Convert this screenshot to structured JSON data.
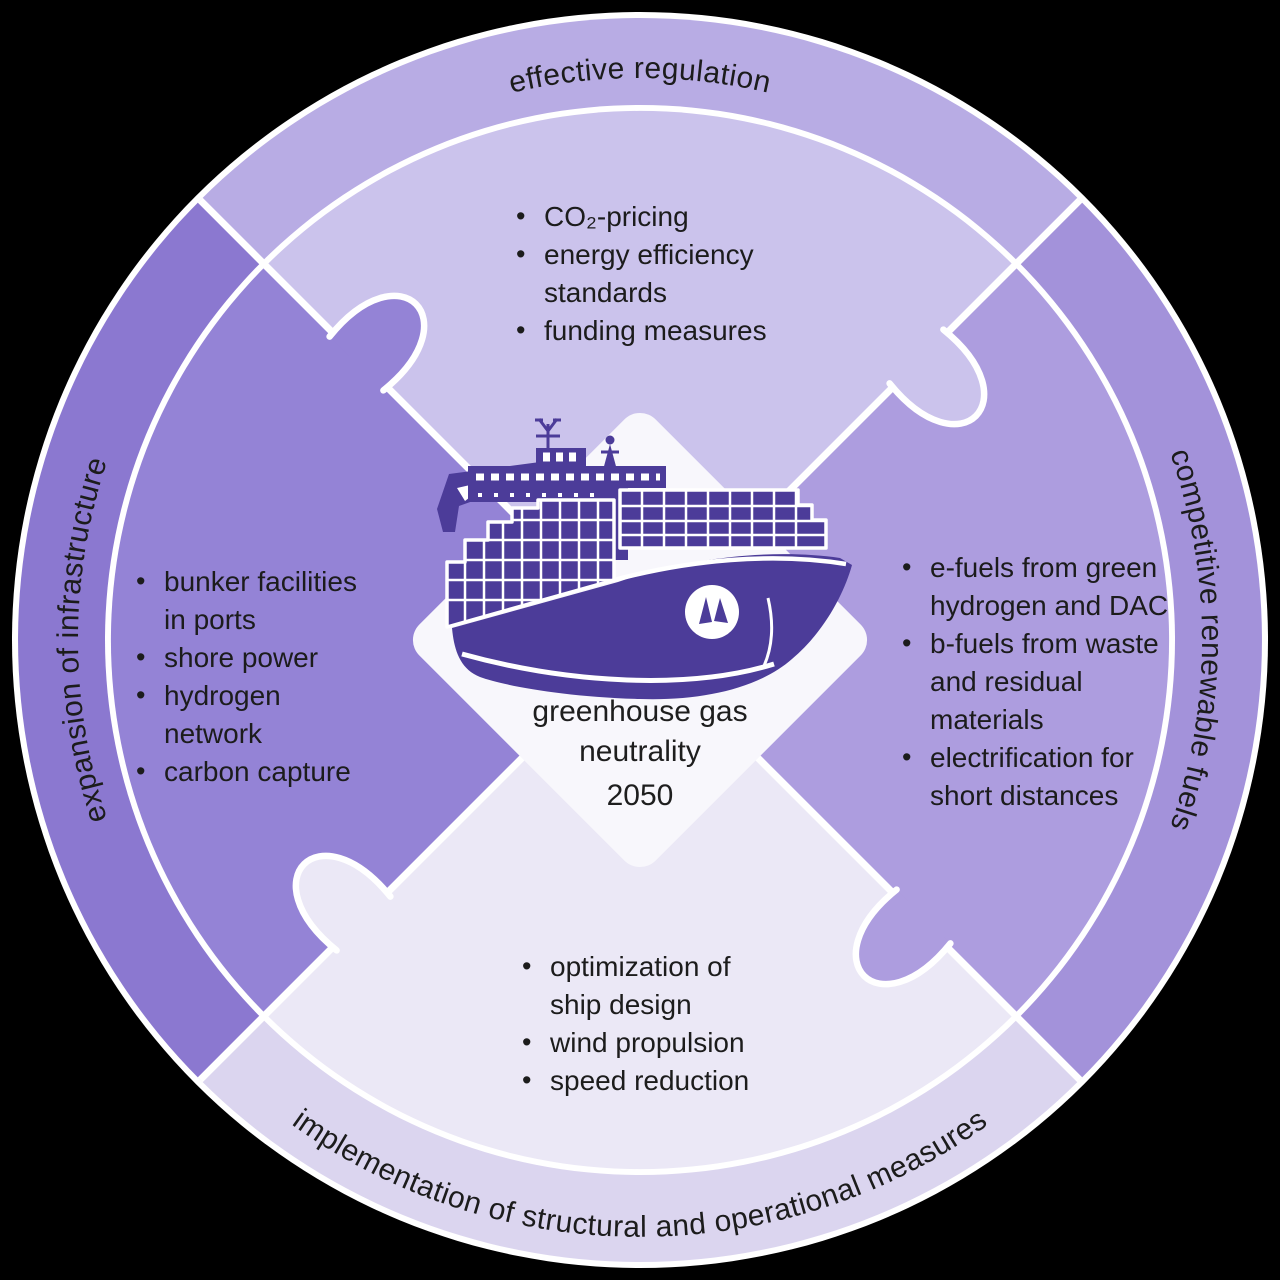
{
  "diagram": {
    "center": {
      "line1": "greenhouse gas",
      "line2": "neutrality",
      "line3": "2050",
      "illustration": "container-ship"
    },
    "segments": {
      "top": {
        "label": "effective regulation",
        "items": [
          "CO₂-pricing",
          "energy efficiency standards",
          "funding measures"
        ]
      },
      "right": {
        "label": "competitive renewable fuels",
        "items": [
          "e-fuels from green hydrogen and DAC",
          "b-fuels from waste and residual materials",
          "electrification for short distances"
        ]
      },
      "bottom": {
        "label": "implementation of structural and operational measures",
        "items": [
          "optimization of ship design",
          "wind propulsion",
          "speed reduction"
        ]
      },
      "left": {
        "label": "expansion of infrastructure",
        "items": [
          "bunker facilities in ports",
          "shore power",
          "hydrogen network",
          "carbon capture"
        ]
      }
    }
  },
  "colors": {
    "background": "#000000",
    "divider_white": "#ffffff",
    "ring_top": "#b8ace4",
    "ring_right": "#a392da",
    "ring_bottom": "#dbd5ef",
    "ring_left": "#8b78d0",
    "piece_top": "#cbc3ec",
    "piece_right": "#ad9ddf",
    "piece_bottom": "#ebe8f6",
    "piece_left": "#9483d6",
    "diamond": "#f8f7fc",
    "ship": "#4c3c99",
    "text": "#1c1c1c"
  }
}
